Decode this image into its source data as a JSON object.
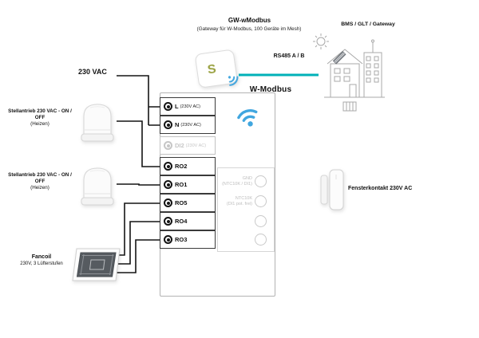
{
  "power_label": "230 VAC",
  "gateway": {
    "title": "GW-wModbus",
    "subtitle": "(Gateway für W-Modbus, 100 Geräte im Mesh)",
    "logo": "S"
  },
  "rs485_label": "RS485 A / B",
  "bms_label": "BMS / GLT / Gateway",
  "wmodbus_label": "W-Modbus",
  "left_devices": [
    {
      "label": "Stellantrieb 230 VAC - ON / OFF",
      "sublabel": "(Heizen)"
    },
    {
      "label": "Stellantrieb 230 VAC - ON / OFF",
      "sublabel": "(Heizen)"
    },
    {
      "label": "Fancoil",
      "sublabel": "230V, 3 Lüfterstufen"
    }
  ],
  "right_device": {
    "label": "Fensterkontakt 230V AC"
  },
  "terminal_rows": [
    {
      "label": "L",
      "sub": "(230V AC)",
      "state": "active"
    },
    {
      "label": "N",
      "sub": "(230V AC)",
      "state": "active"
    },
    {
      "label": "DI2",
      "sub": "(230V AC)",
      "state": "inactive"
    },
    {
      "label": "RO2",
      "sub": "",
      "state": "active"
    },
    {
      "label": "RO1",
      "sub": "",
      "state": "active"
    },
    {
      "label": "RO5",
      "sub": "",
      "state": "active"
    },
    {
      "label": "RO4",
      "sub": "",
      "state": "active"
    },
    {
      "label": "RO3",
      "sub": "",
      "state": "active"
    }
  ],
  "io_circles": [
    {
      "label": "GND",
      "sub": "(NTC10K / DI1)"
    },
    {
      "label": "NTC10K",
      "sub": "(DI1 pot. frei)"
    },
    {
      "label": "",
      "sub": ""
    },
    {
      "label": "",
      "sub": ""
    }
  ],
  "colors": {
    "wire": "#141414",
    "rs485_line": "#00b1b8",
    "wifi_blue": "#41a6df",
    "muted_gray": "#bdbdbd"
  }
}
